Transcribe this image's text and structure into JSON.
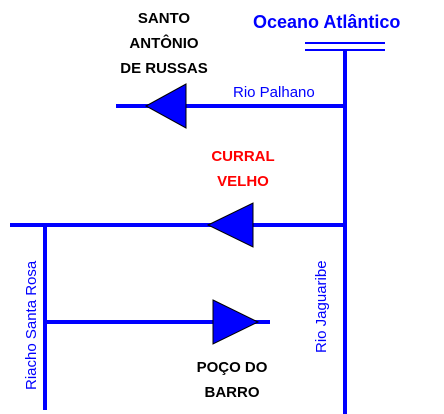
{
  "title": "Oceano Atlântico",
  "places": {
    "santo_antonio": [
      "SANTO",
      "ANTÔNIO",
      "DE RUSSAS"
    ],
    "curral_velho": [
      "CURRAL",
      "VELHO"
    ],
    "poco_do_barro": [
      "POÇO DO",
      "BARRO"
    ]
  },
  "rivers": {
    "palhano": "Rio Palhano",
    "jaguaribe": "Rio Jaguaribe",
    "santa_rosa": "Riacho Santa Rosa"
  },
  "colors": {
    "river": "#0000ff",
    "arrow": "#0000ff",
    "arrow_stroke": "#000000",
    "place_text": "#000000",
    "highlight_text": "#ff0000",
    "title_text": "#0000ff"
  }
}
